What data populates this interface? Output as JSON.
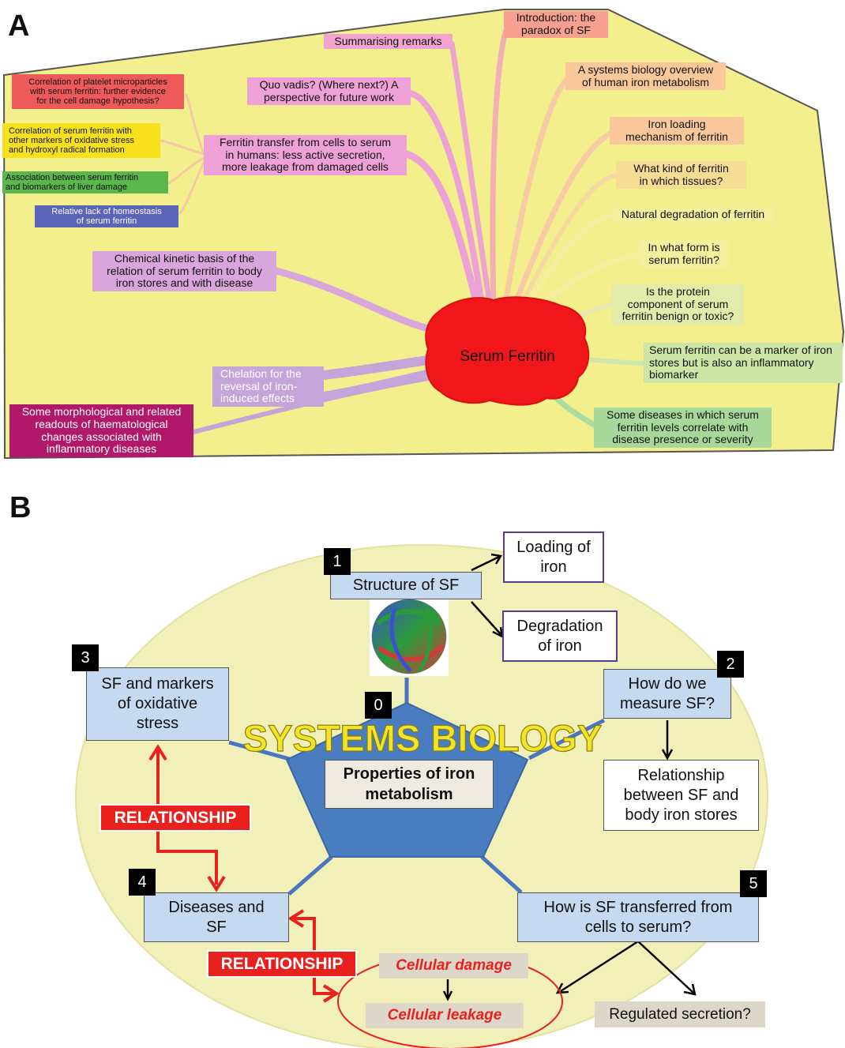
{
  "panel_a": {
    "letter": "A",
    "center": "Serum Ferritin",
    "topics": [
      {
        "text": "Introduction: the\nparadox of SF",
        "color": "#f7a08f"
      },
      {
        "text": "Summarising remarks",
        "color": "#f2a3d0"
      },
      {
        "text": "A systems biology overview\nof human iron metabolism",
        "color": "#f9c89a"
      },
      {
        "text": "Correlation of platelet microparticles\nwith serum ferritin: further evidence\nfor the cell damage hypothesis?",
        "color": "#ee5a5a"
      },
      {
        "text": "Quo vadis? (Where next?) A\nperspective for future work",
        "color": "#eda1d6"
      },
      {
        "text": "Iron loading\nmechanism of ferritin",
        "color": "#f9c89a"
      },
      {
        "text": "Correlation of serum ferritin with\nother markers of oxidative stress\nand hydroxyl radical formation",
        "color": "#f7e11c"
      },
      {
        "text": "Ferritin transfer from cells to serum\nin humans: less active secretion,\nmore leakage from damaged cells",
        "color": "#eda1d6"
      },
      {
        "text": "What kind of ferritin\nin which tissues?",
        "color": "#f6dc94"
      },
      {
        "text": "Association between serum ferritin\nand biomarkers of liver damage",
        "color": "#5bb64b"
      },
      {
        "text": "Natural degradation of ferritin",
        "color": "#f4ef9c"
      },
      {
        "text": "Relative lack of homeostasis\nof serum ferritin",
        "color": "#5b64b6"
      },
      {
        "text": "In what form is\nserum ferritin?",
        "color": "#f4ef9c"
      },
      {
        "text": "Chemical kinetic basis of the\nrelation of serum ferritin to body\niron stores and with disease",
        "color": "#d9a6dc"
      },
      {
        "text": "Is the protein\ncomponent of serum\nferritin benign or toxic?",
        "color": "#e3ebaa"
      },
      {
        "text": "Serum ferritin can be a marker of iron\nstores but is also an inflammatory\nbiomarker",
        "color": "#cde6a6"
      },
      {
        "text": "Chelation for the\nreversal of iron-\ninduced effects",
        "color": "#c5a5d9"
      },
      {
        "text": "Some morphological and related\nreadouts of haematological\nchanges associated with\ninflammatory diseases",
        "color": "#b2186a"
      },
      {
        "text": "Some diseases in which serum\nferritin levels correlate with\ndisease presence or severity",
        "color": "#a8d899"
      }
    ]
  },
  "panel_b": {
    "letter": "B",
    "title": "SYSTEMS BIOLOGY",
    "center_label": "Properties of iron\nmetabolism",
    "center_number": "0",
    "nodes": [
      {
        "number": "1",
        "label": "Structure of SF"
      },
      {
        "number": "2",
        "label": "How do we\nmeasure SF?"
      },
      {
        "number": "3",
        "label": "SF and markers\nof oxidative\nstress"
      },
      {
        "number": "4",
        "label": "Diseases and\nSF"
      },
      {
        "number": "5",
        "label": "How is SF transferred from\ncells to serum?"
      }
    ],
    "loading": "Loading of\niron",
    "degradation": "Degradation\nof iron",
    "relationship_stores": "Relationship\nbetween  SF and\nbody iron stores",
    "relationship_label": "RELATIONSHIP",
    "cellular_damage": "Cellular damage",
    "cellular_leakage": "Cellular leakage",
    "regulated_secretion": "Regulated secretion?"
  }
}
